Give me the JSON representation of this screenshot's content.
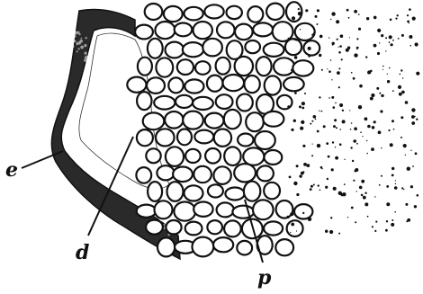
{
  "figure": {
    "labels": {
      "e": "e",
      "d": "d",
      "p": "p"
    },
    "colors": {
      "ink": "#111111",
      "paper": "#ffffff",
      "epidermis": "#2a2a2a"
    }
  }
}
